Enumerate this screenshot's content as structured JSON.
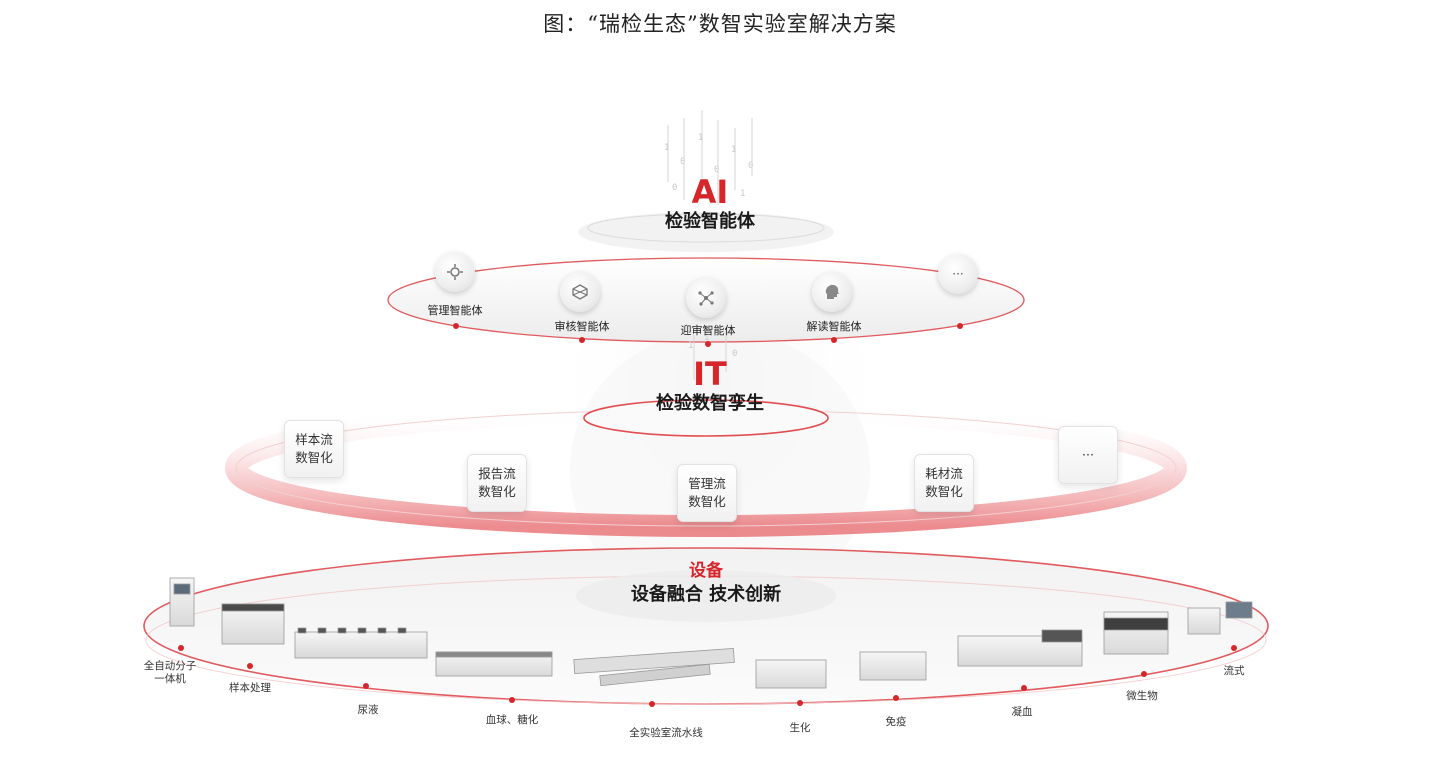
{
  "caption": "图：“瑞检生态”数智实验室解决方案",
  "ai_tier": {
    "title": "AI",
    "subtitle": "检验智能体",
    "agents": [
      {
        "label": "管理智能体",
        "icon": "gear-network-icon"
      },
      {
        "label": "审核智能体",
        "icon": "molecule-icon"
      },
      {
        "label": "迎审智能体",
        "icon": "nodes-icon"
      },
      {
        "label": "解读智能体",
        "icon": "head-icon"
      },
      {
        "label": "",
        "icon": "ellipsis-icon",
        "text": "···"
      }
    ]
  },
  "it_tier": {
    "title": "IT",
    "subtitle": "检验数智孪生",
    "cards": [
      {
        "line1": "样本流",
        "line2": "数智化"
      },
      {
        "line1": "报告流",
        "line2": "数智化"
      },
      {
        "line1": "管理流",
        "line2": "数智化"
      },
      {
        "line1": "耗材流",
        "line2": "数智化"
      },
      {
        "line1": "···",
        "line2": ""
      }
    ]
  },
  "device_tier": {
    "title": "设备",
    "subtitle": "设备融合 技术创新",
    "devices": [
      {
        "label_lines": [
          "全自动分子",
          "一体机"
        ]
      },
      {
        "label_lines": [
          "样本处理"
        ]
      },
      {
        "label_lines": [
          "尿液"
        ]
      },
      {
        "label_lines": [
          "血球、糖化"
        ]
      },
      {
        "label_lines": [
          "全实验室流水线"
        ]
      },
      {
        "label_lines": [
          "生化"
        ]
      },
      {
        "label_lines": [
          "免疫"
        ]
      },
      {
        "label_lines": [
          "凝血"
        ]
      },
      {
        "label_lines": [
          "微生物"
        ]
      },
      {
        "label_lines": [
          "流式"
        ]
      }
    ]
  },
  "colors": {
    "accent": "#d7262b",
    "ring": "#e05a5e",
    "dark": "#1a1a1a"
  }
}
